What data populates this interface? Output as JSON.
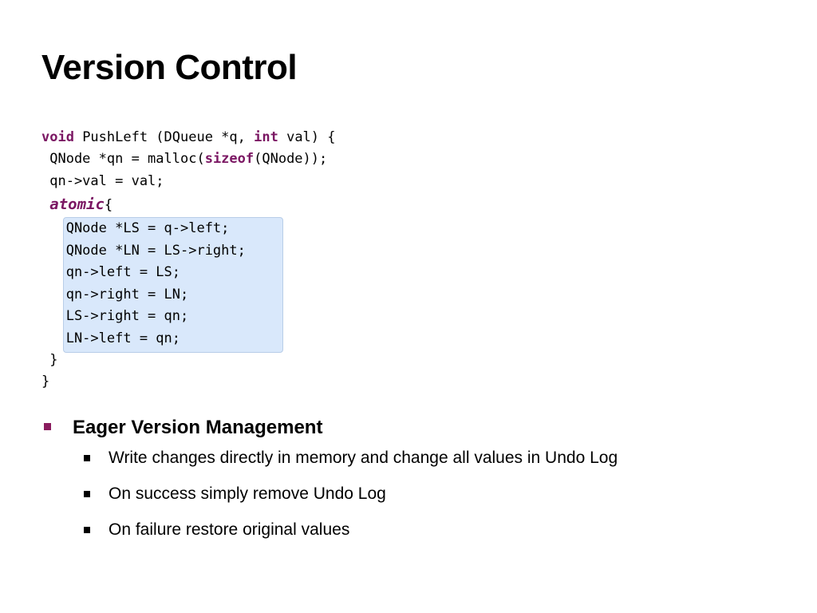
{
  "slide": {
    "title": "Version Control"
  },
  "code": {
    "line1": {
      "kw_void": "void",
      "pre": " PushLeft (DQueue *q, ",
      "kw_int": "int",
      "post": " val) {"
    },
    "line2": {
      "pre": " QNode *qn = malloc(",
      "kw_sizeof": "sizeof",
      "post": "(QNode));"
    },
    "line3": {
      "text": " qn->val = val;"
    },
    "line4": {
      "pre": " ",
      "kw_atomic": "atomic",
      "post": "{"
    },
    "atomic_body": [
      "   QNode *LS = q->left;",
      "   QNode *LN = LS->right;",
      "   qn->left = LS;",
      "   qn->right = LN;",
      "   LS->right = qn;",
      "   LN->left = qn;"
    ],
    "close_inner": " }",
    "close_outer": "}"
  },
  "bullets": {
    "main": "Eager Version Management",
    "sub": [
      "Write changes directly in memory and change all values in Undo Log",
      "On success simply remove Undo Log",
      "On failure restore original values"
    ]
  },
  "colors": {
    "keyword": "#7b1763",
    "highlight": "#d9e8fb",
    "bullet_l1": "#8a1c5e"
  }
}
